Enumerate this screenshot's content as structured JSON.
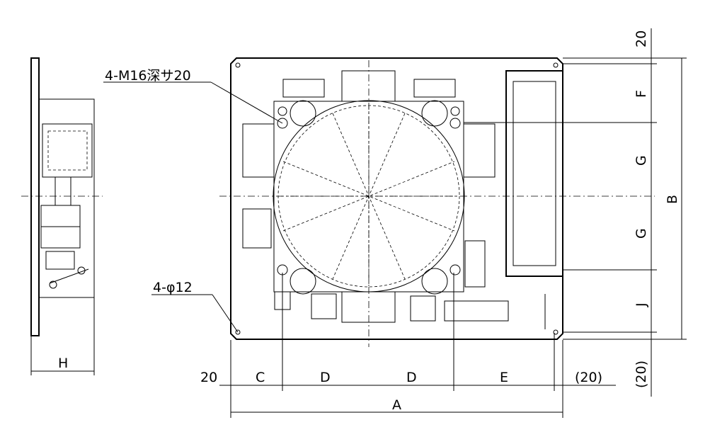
{
  "callouts": {
    "tapped_holes": "4-M16深サ20",
    "through_holes": "4-φ12"
  },
  "horizontal_dims": {
    "left_margin": "20",
    "c": "C",
    "d1": "D",
    "d2": "D",
    "e": "E",
    "right_margin": "(20)",
    "overall": "A",
    "side_width": "H"
  },
  "vertical_dims": {
    "top_margin": "20",
    "f": "F",
    "g1": "G",
    "g2": "G",
    "j": "J",
    "bottom_margin": "(20)",
    "overall": "B"
  }
}
